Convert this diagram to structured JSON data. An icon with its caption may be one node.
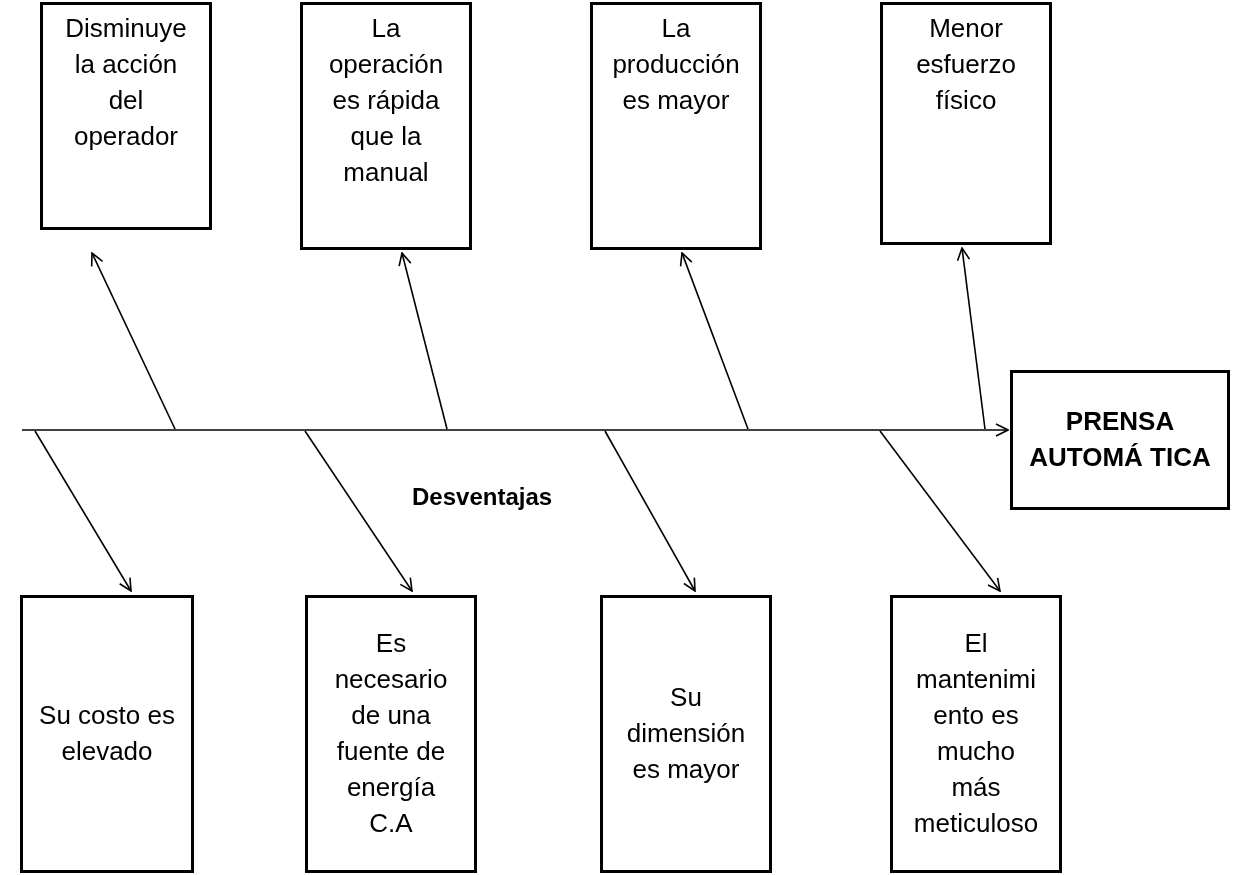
{
  "diagram": {
    "nodes": [
      {
        "text": [
          "Disminuye la acción del operador"
        ]
      },
      {
        "text": [
          "La operación es rápida que la manual"
        ]
      },
      {
        "text": [
          "La producción es mayor"
        ]
      },
      {
        "text": [
          "Menor esfuerzo físico"
        ]
      },
      {
        "text": [
          "PRENSA AUTOMÁ TICA"
        ]
      },
      {
        "text": [
          "Su costo es elevado"
        ]
      },
      {
        "text": [
          "Es necesario de una fuente de energía C.A"
        ]
      },
      {
        "text": [
          "Su dimensión es mayor"
        ]
      },
      {
        "text": [
          "El mantenimi ento es mucho más meticuloso"
        ]
      }
    ],
    "edges": [
      {
        "from": null,
        "to": 4,
        "arrow": "to"
      },
      {
        "from": null,
        "to": 0,
        "arrow": "to"
      },
      {
        "from": null,
        "to": 1,
        "arrow": "to"
      },
      {
        "from": null,
        "to": 2,
        "arrow": "to"
      },
      {
        "from": null,
        "to": 3,
        "arrow": "to"
      },
      {
        "from": null,
        "to": 5,
        "arrow": "to"
      },
      {
        "from": null,
        "to": 6,
        "arrow": "to"
      },
      {
        "from": null,
        "to": 7,
        "arrow": "to"
      },
      {
        "from": null,
        "to": 8,
        "arrow": "to"
      }
    ],
    "labels": [
      "Desventajas"
    ]
  }
}
